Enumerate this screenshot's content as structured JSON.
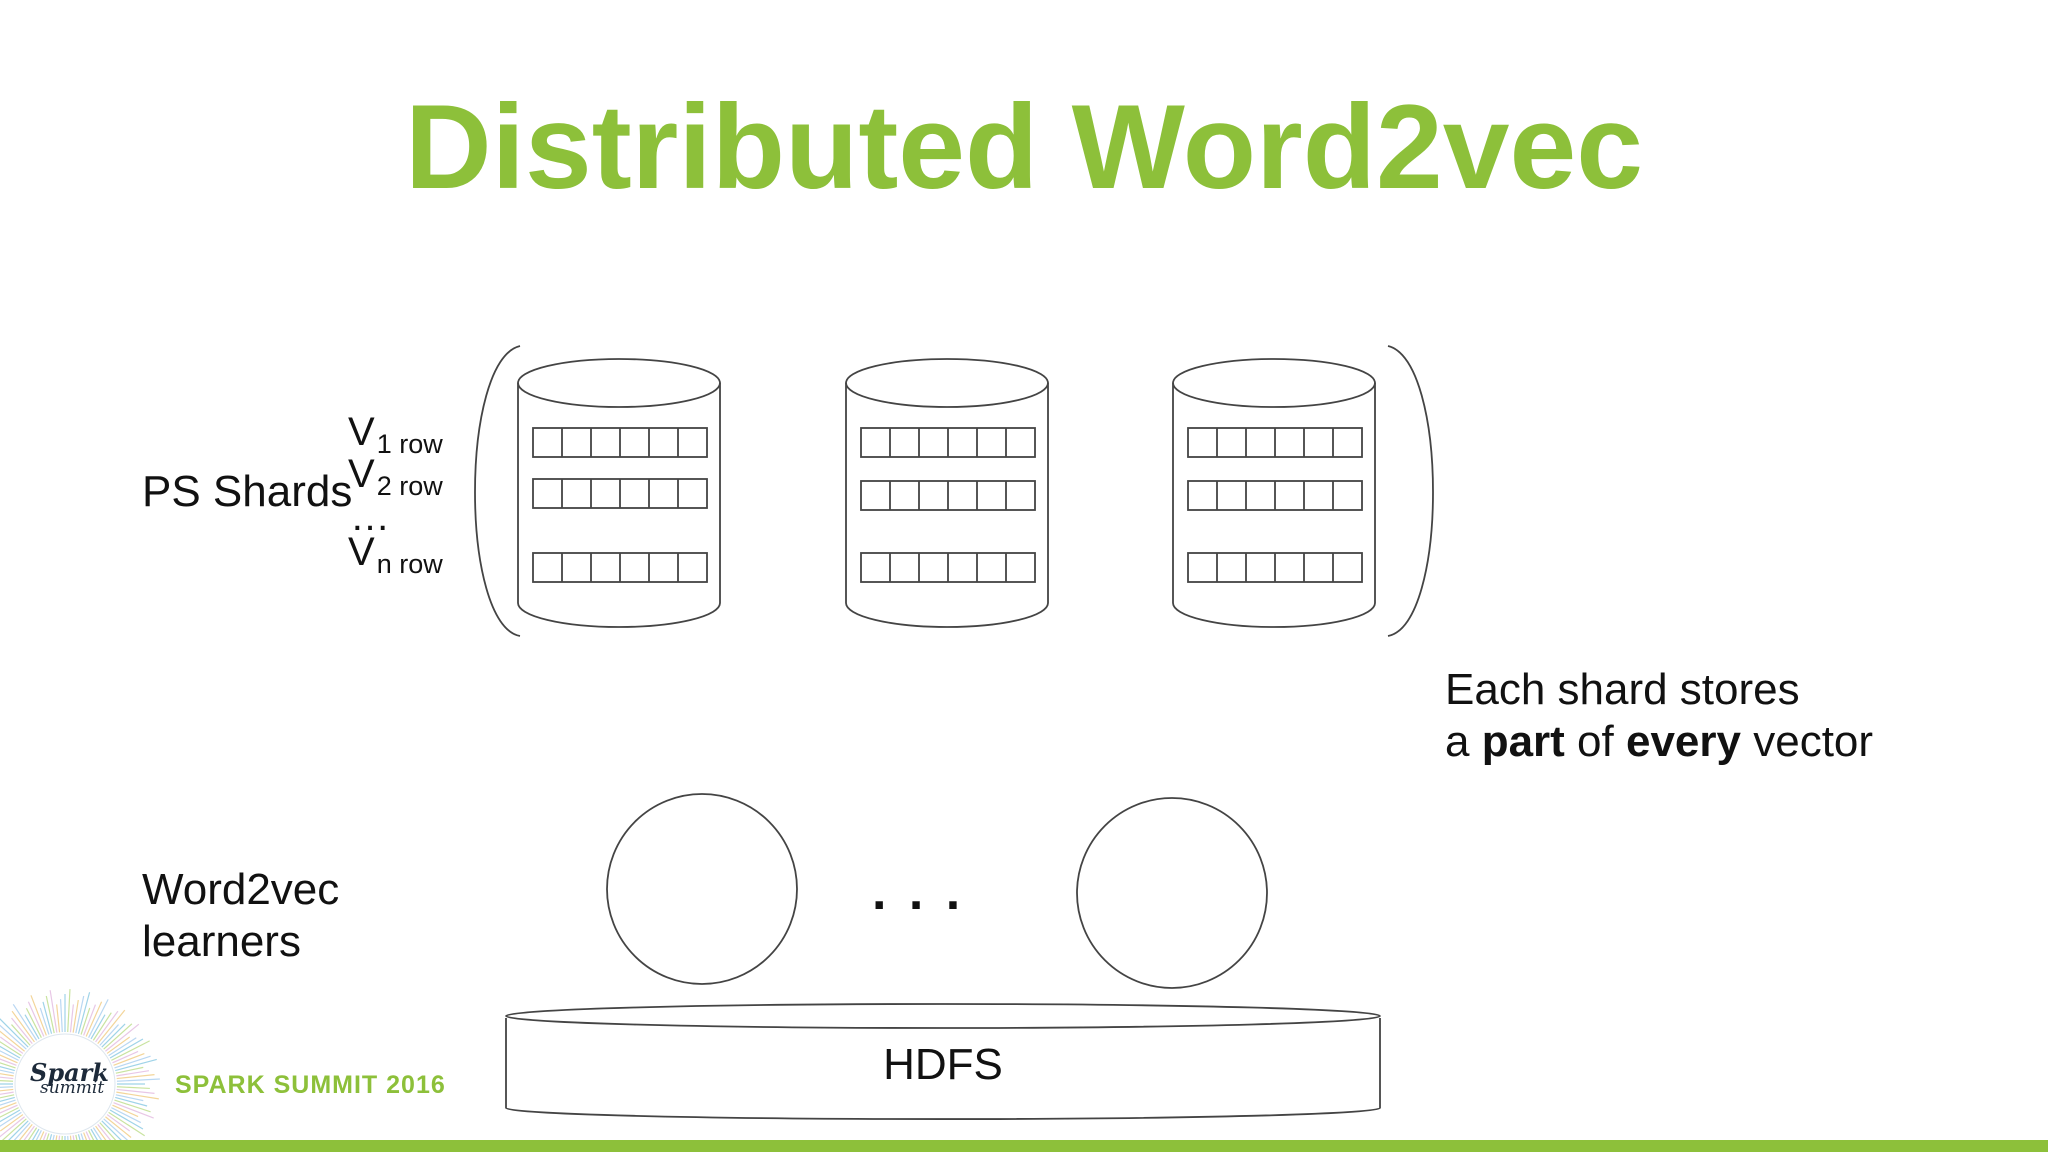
{
  "slide": {
    "title": "Distributed Word2vec"
  },
  "labels": {
    "ps_shards": "PS Shards",
    "learners_line1": "Word2vec",
    "learners_line2": "learners",
    "rows": [
      {
        "var": "V",
        "sub": "1 row"
      },
      {
        "var": "V",
        "sub": "2 row"
      },
      {
        "var": "…",
        "sub": ""
      },
      {
        "var": "V",
        "sub": "n row"
      }
    ],
    "learner_dots": ". . .",
    "hdfs": "HDFS"
  },
  "note": {
    "line1": "Each shard stores",
    "line2_a": "a ",
    "line2_b": "part",
    "line2_c": " of ",
    "line2_d": "every",
    "line2_e": " vector"
  },
  "branding": {
    "logo_word1": "Spark",
    "logo_word2": "summit",
    "event": "SPARK SUMMIT 2016"
  },
  "colors": {
    "accent": "#8dc03a",
    "text": "#111111",
    "lines": "#444444"
  }
}
